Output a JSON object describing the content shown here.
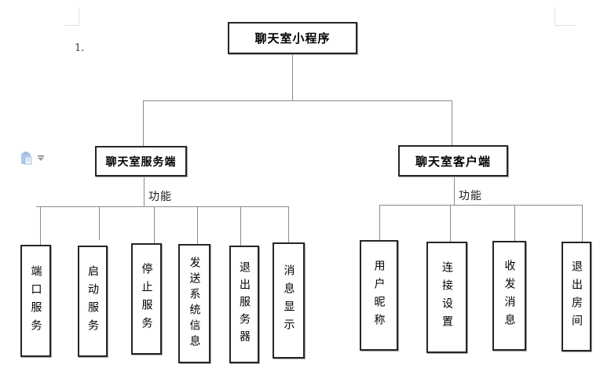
{
  "page": {
    "list_marker": "1."
  },
  "icons": {
    "paste_options": "clipboard-icon",
    "paste_dropdown": "chevron-down-icon"
  },
  "colors": {
    "box_border": "#262626",
    "connector": "#8c8c8c",
    "paste_icon_blue": "#aec6e8",
    "crop_mark": "#dfdfdf"
  },
  "diagram": {
    "root": {
      "label": "聊天室小程序"
    },
    "branches": [
      {
        "label": "聊天室服务端",
        "connector_label": "功能",
        "children": [
          "端口服务",
          "启动服务",
          "停止服务",
          "发送系统信息",
          "退出服务器",
          "消息显示"
        ]
      },
      {
        "label": "聊天室客户端",
        "connector_label": "功能",
        "children": [
          "用户昵称",
          "连接设置",
          "收发消息",
          "退出房间"
        ]
      }
    ]
  }
}
